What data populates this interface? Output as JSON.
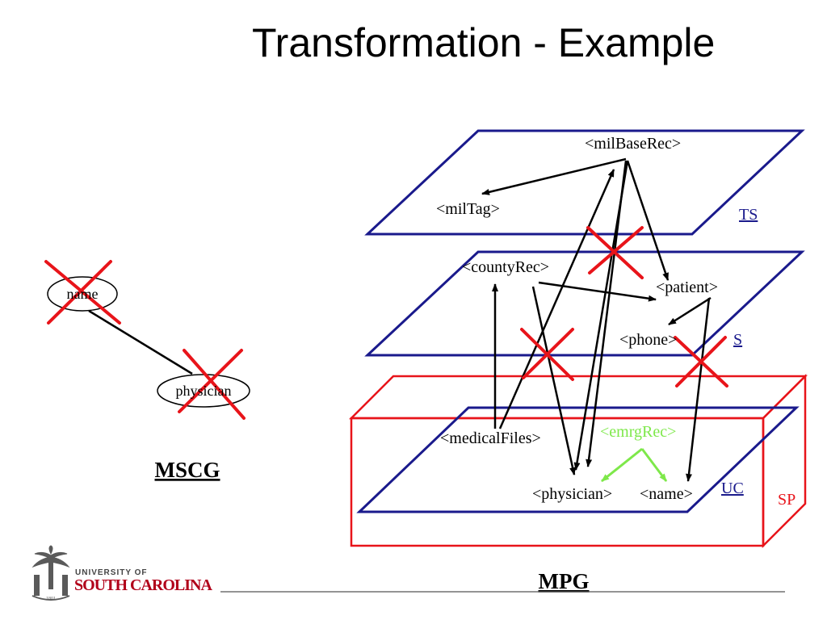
{
  "title": "Transformation - Example",
  "mscg": {
    "label": "MSCG",
    "nodes": {
      "name": "name",
      "physician": "physician"
    }
  },
  "mpg": {
    "label": "MPG",
    "planes": {
      "ts": "TS",
      "s": "S",
      "uc": "UC",
      "sp": "SP"
    },
    "nodes": {
      "milBaseRec": "<milBaseRec>",
      "milTag": "<milTag>",
      "countyRec": "<countyRec>",
      "patient": "<patient>",
      "phone": "<phone>",
      "emrgRec": "<emrgRec>",
      "medicalFiles": "<medicalFiles>",
      "physician": "<physician>",
      "name": "<name>"
    }
  },
  "logo": {
    "line1": "UNIVERSITY OF",
    "line2": "SOUTH CAROLINA",
    "seal": "1801"
  },
  "colors": {
    "plane": "#1a1a8c",
    "cube": "#e8141a",
    "cross": "#e8141a",
    "green": "#7ee84a",
    "edge": "#000000"
  }
}
